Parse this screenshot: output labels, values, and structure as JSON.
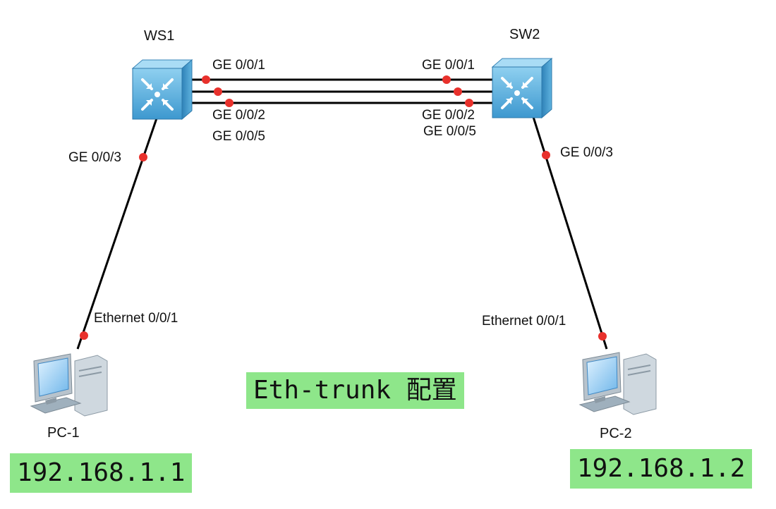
{
  "switches": {
    "left": {
      "name": "WS1",
      "ports": {
        "trunk1": "GE 0/0/1",
        "trunk2": "GE 0/0/2",
        "trunk3": "GE 0/0/5",
        "access": "GE 0/0/3"
      }
    },
    "right": {
      "name": "SW2",
      "ports": {
        "trunk1": "GE 0/0/1",
        "trunk2": "GE 0/0/2",
        "trunk3": "GE 0/0/5",
        "access": "GE 0/0/3"
      }
    }
  },
  "pcs": {
    "left": {
      "name": "PC-1",
      "port": "Ethernet 0/0/1",
      "ip": "192.168.1.1"
    },
    "right": {
      "name": "PC-2",
      "port": "Ethernet 0/0/1",
      "ip": "192.168.1.2"
    }
  },
  "caption": "Eth-trunk 配置",
  "colors": {
    "link": "#000000",
    "port_dot": "#e8312c",
    "highlight": "#8ee68a",
    "switch_body": "#4aa8d8"
  }
}
